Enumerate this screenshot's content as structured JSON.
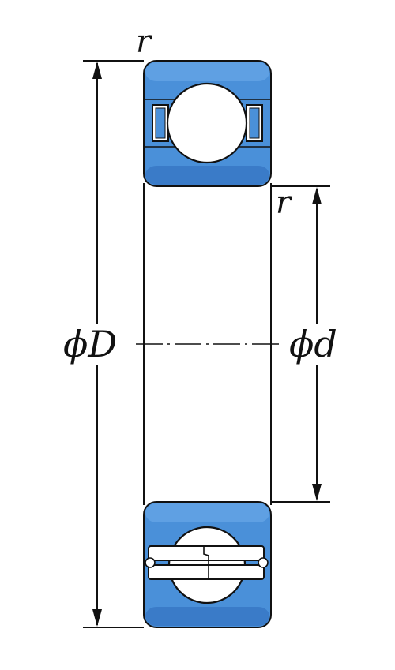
{
  "labels": {
    "outer_diameter": "ϕD",
    "inner_diameter": "ϕd",
    "radius_top": "r",
    "radius_inner": "r"
  },
  "colors": {
    "ring_fill": "#4a90d9",
    "ring_shade": "#3a7bc8",
    "line": "#111111",
    "ball": "#ffffff"
  }
}
